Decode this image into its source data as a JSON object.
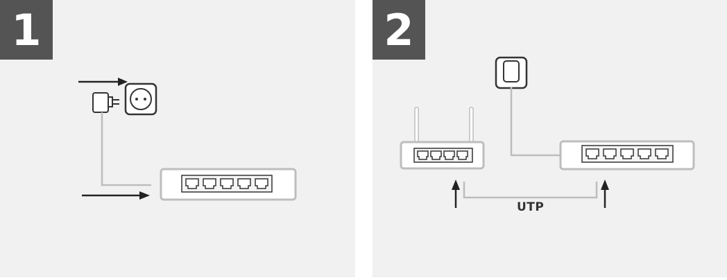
{
  "steps": [
    {
      "number": "1"
    },
    {
      "number": "2"
    }
  ],
  "cable_label": "UTP",
  "colors": {
    "panel_background": "#f1f1f1",
    "badge_background": "#545454",
    "line": "#333333",
    "device_fill": "#ffffff",
    "device_stroke": "#bdbdbd"
  },
  "icons": [
    "power-adapter-icon",
    "wall-socket-icon",
    "network-switch-icon",
    "router-icon",
    "arrow-icon"
  ]
}
